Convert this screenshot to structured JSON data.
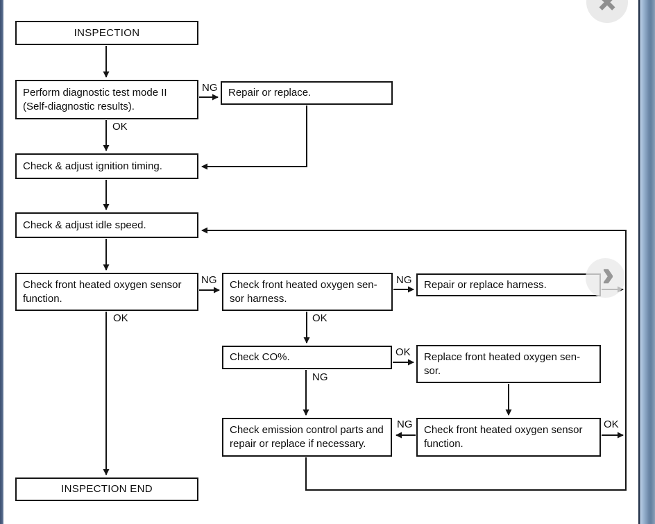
{
  "viewer": {
    "close_icon": "✕",
    "next_icon": "›"
  },
  "colors": {
    "line": "#141414",
    "frame_left_blue": "#3d5070",
    "frame_right_dark": "#24334a",
    "frame_right_mid": "#6d89a9",
    "frame_right_light": "#b7cce3",
    "overlay_icon_gray": "#8f8f8f",
    "overlay_circle_gray": "#e9e9e9"
  },
  "flow": {
    "boxes": {
      "inspection": "INSPECTION",
      "perform_diag": "Perform diagnostic test mode II\n(Self-diagnostic results).",
      "repair_replace": "Repair or replace.",
      "ignition": "Check & adjust ignition timing.",
      "idle": "Check & adjust idle speed.",
      "sensor_function_1": "Check front heated oxygen sensor\nfunction.",
      "sensor_harness": "Check front heated oxygen sen-\nsor harness.",
      "repair_harness": "Repair or replace harness.",
      "check_co": "Check CO%.",
      "replace_sensor": "Replace front heated oxygen sen-\nsor.",
      "emission": "Check emission control parts and\nrepair or replace if necessary.",
      "sensor_function_2": "Check front heated oxygen sensor\nfunction.",
      "inspection_end": "INSPECTION END"
    },
    "results": {
      "ok": "OK",
      "ng": "NG"
    }
  }
}
